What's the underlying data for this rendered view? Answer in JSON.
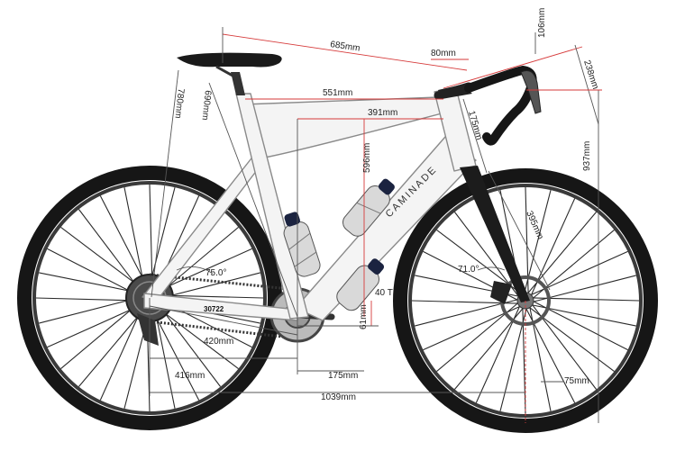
{
  "brand": "CAMINADE",
  "frame_serial": "30722",
  "colors": {
    "frame": "#f4f4f4",
    "frame_outline": "#8a8a8a",
    "tire": "#161616",
    "spoke": "#2a2a2a",
    "fork": "#1c1c1c",
    "bottle": "#d9d9d9",
    "bottle_cap": "#1b2340",
    "dimension_red": "#d63a3a",
    "dimension_gray": "#555555"
  },
  "dimensions": {
    "top_tube_eff": "685mm",
    "saddle_setback": "80mm",
    "stack_drop": "106mm",
    "bar_reach": "238mm",
    "seat_tube_ctt": "780mm",
    "seat_tube_ctc": "690mm",
    "reach_to_bar": "551mm",
    "frame_reach": "391mm",
    "head_tube": "175mm",
    "frame_stack": "596mm",
    "total_height": "937mm",
    "fork_length": "395mm",
    "seat_angle": "75.0°",
    "head_angle": "71.0°",
    "chainring": "40 T",
    "bb_drop": "61mm",
    "chainstay": "420mm",
    "rear_center": "416mm",
    "crank": "175mm",
    "wheelbase": "1039mm",
    "fork_offset": "75mm"
  }
}
